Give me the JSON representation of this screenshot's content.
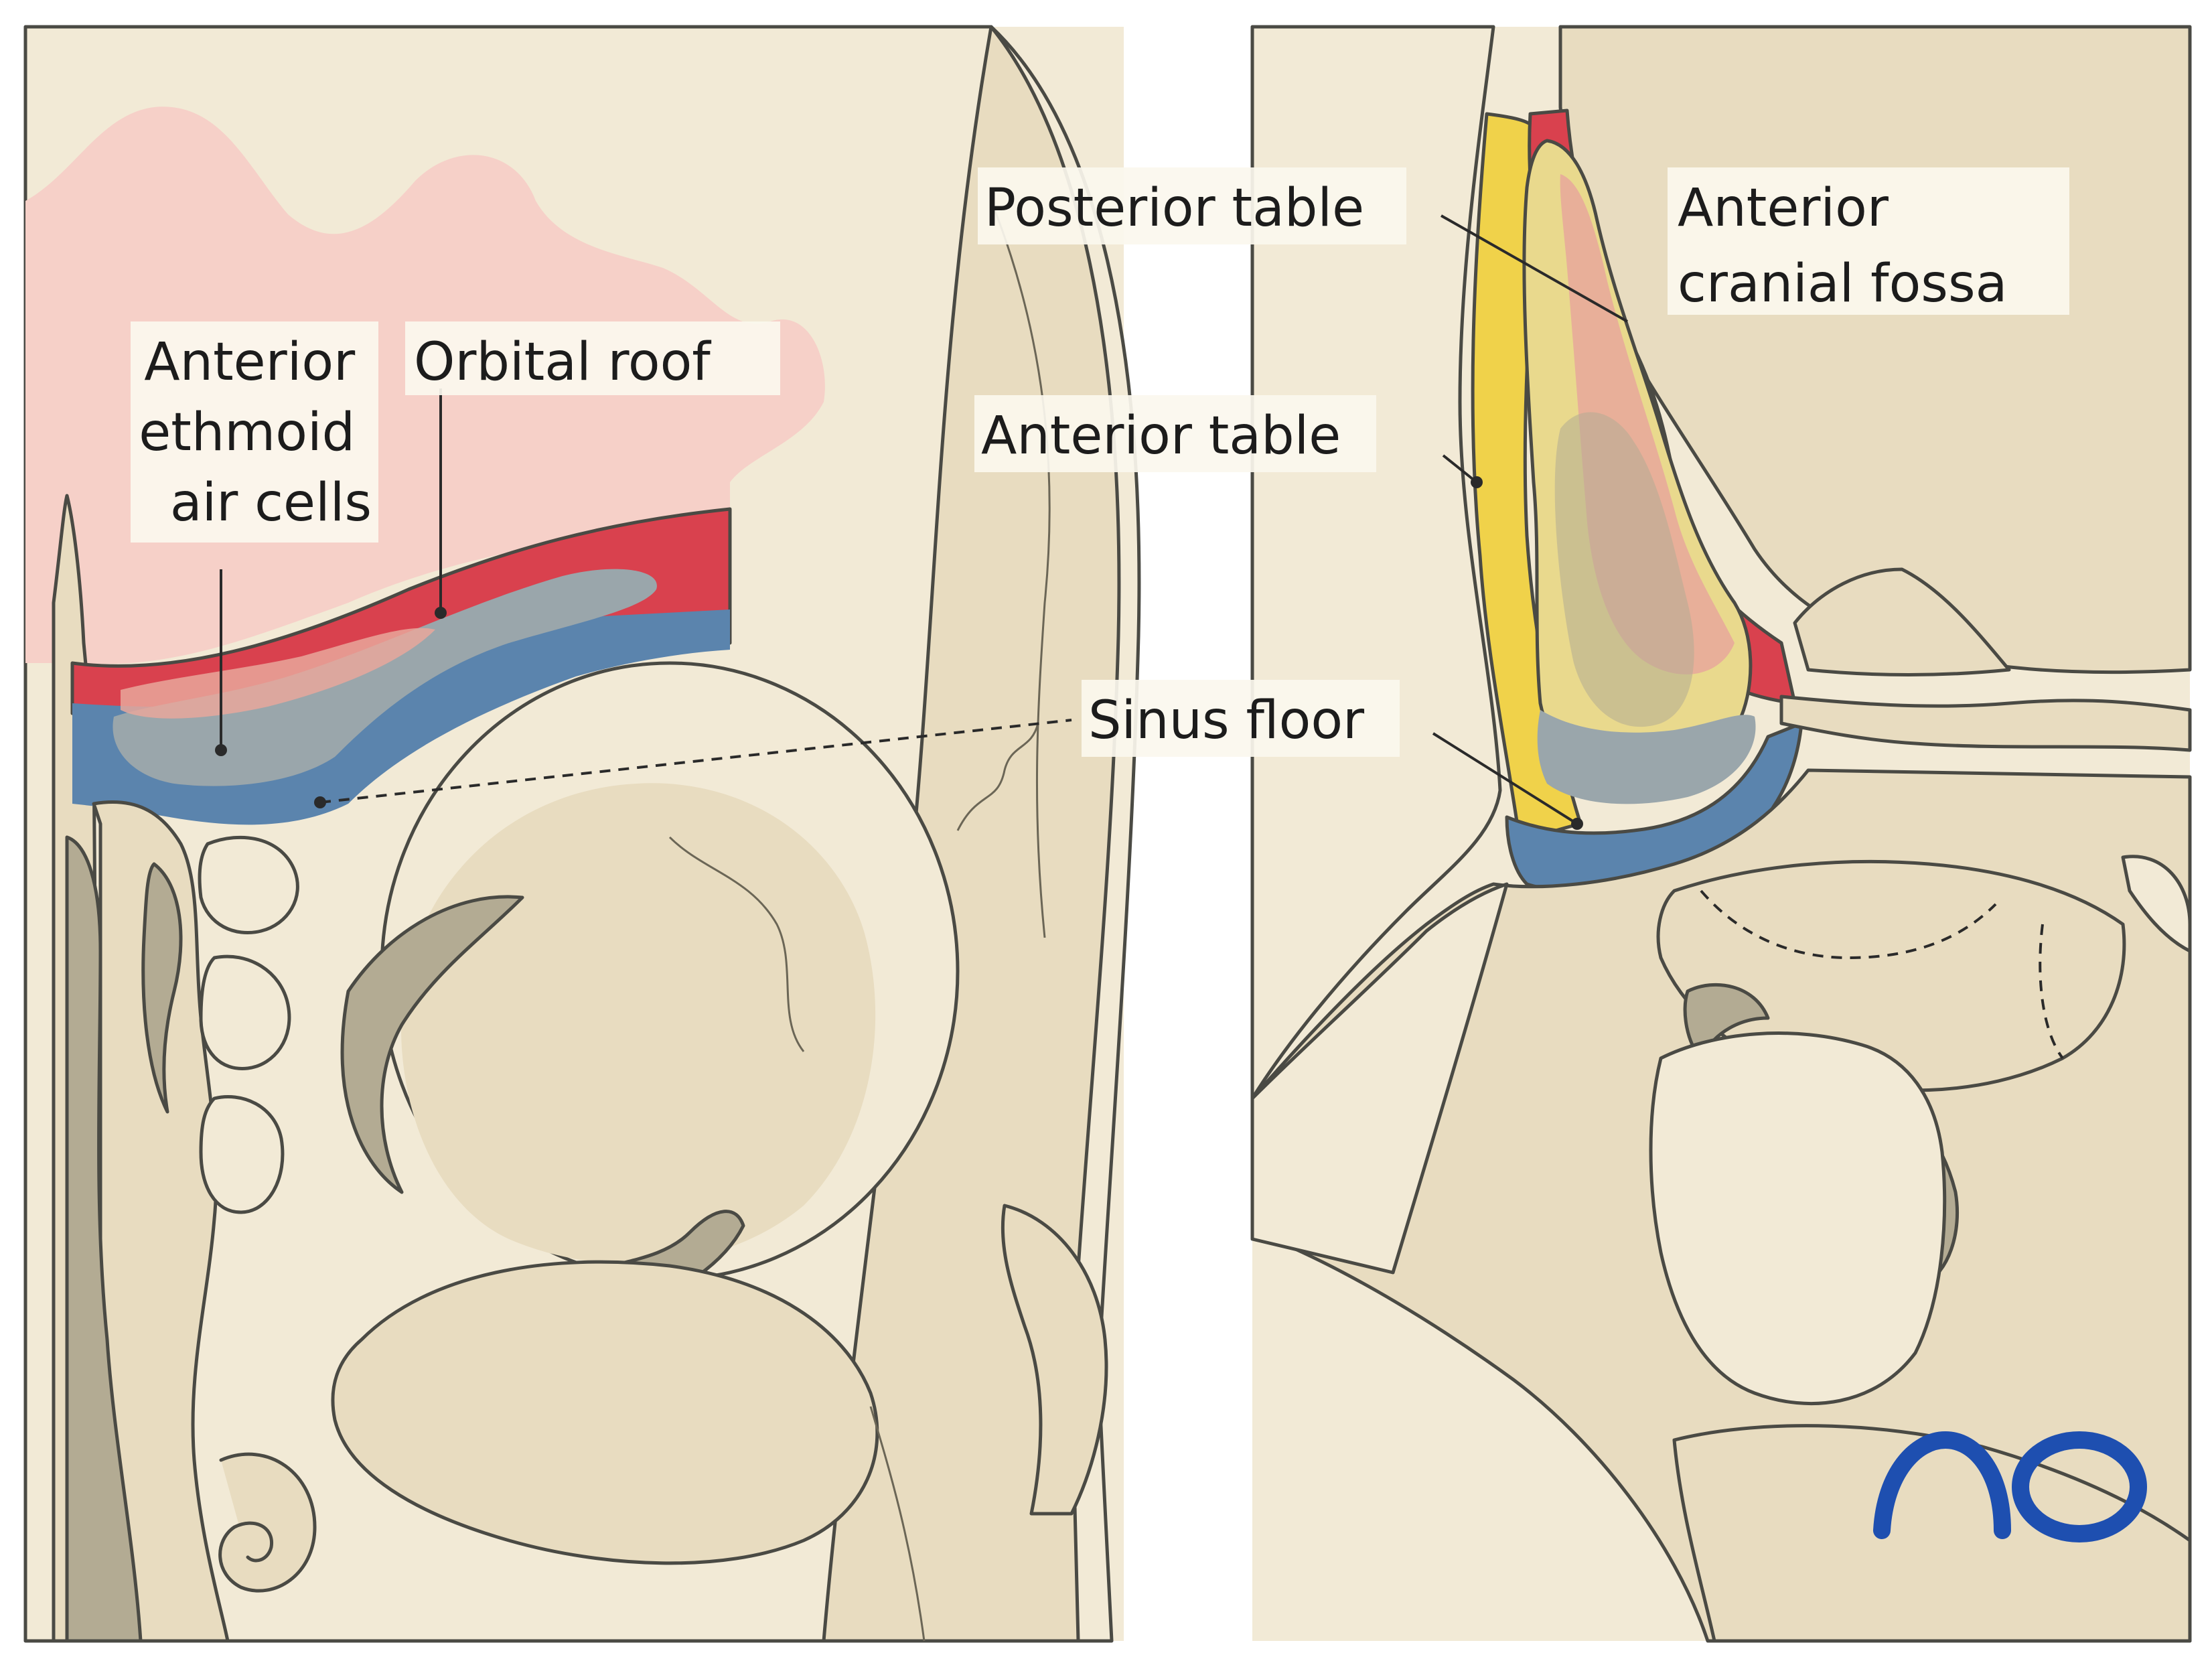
{
  "labels": {
    "anterior_ethmoid": [
      "Anterior",
      "ethmoid",
      "air cells"
    ],
    "orbital_roof": "Orbital roof",
    "posterior_table": "Posterior table",
    "anterior_cranial_fossa": [
      "Anterior",
      "cranial fossa"
    ],
    "anterior_table": "Anterior table",
    "sinus_floor": "Sinus floor"
  },
  "logo": "AO",
  "colors": {
    "bone": "#e8dcc0",
    "bone_light": "#f2ead6",
    "bone_shadow": "#cfc3a3",
    "cavity_dark": "#b3ab93",
    "brain_pink": "#f6d0c8",
    "red": "#d9414e",
    "blue": "#5b84ad",
    "gray_blue": "#9aa6ab",
    "yellow": "#f0d24a",
    "logo_blue": "#1e4fb0"
  }
}
